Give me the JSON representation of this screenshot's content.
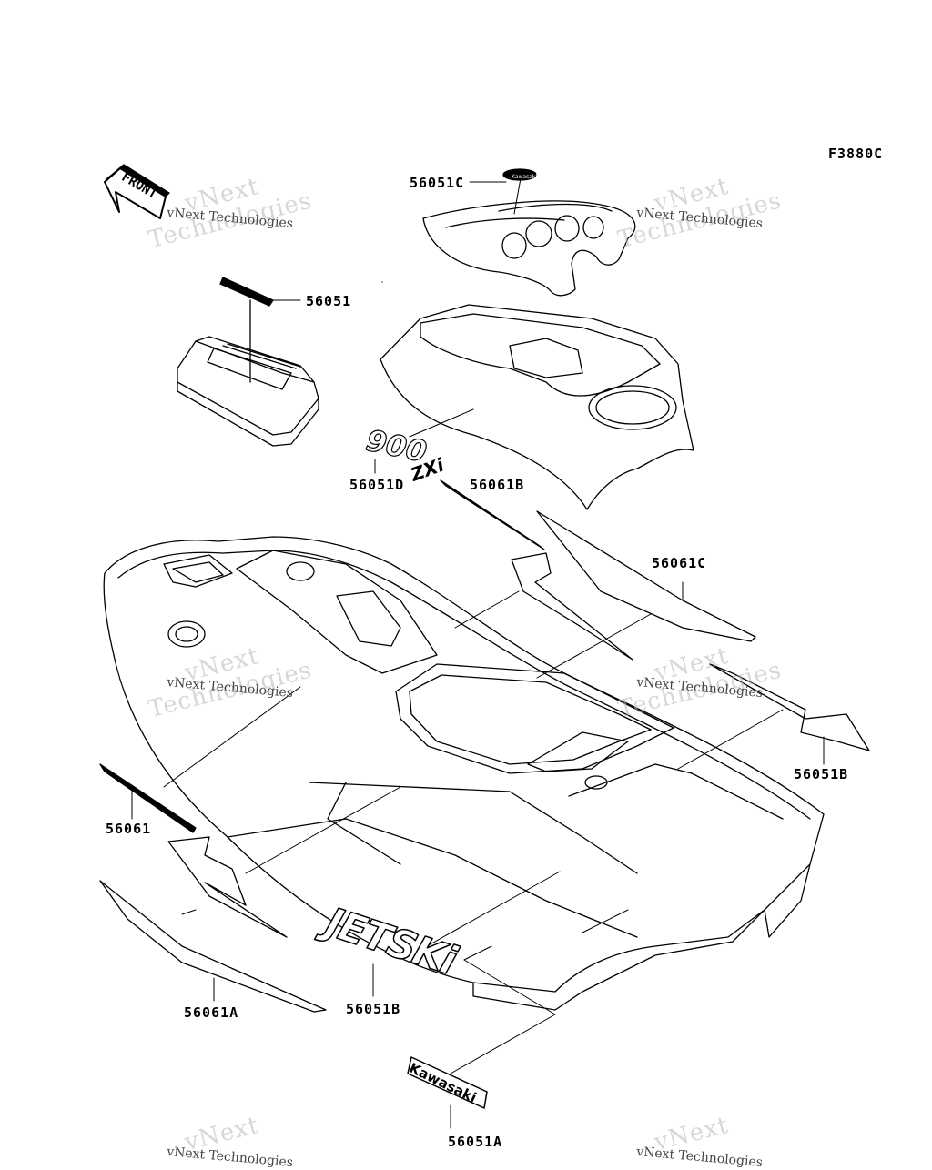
{
  "figure_code": "F3880C",
  "front_label": "FRONT",
  "watermark": {
    "line1": "vNext",
    "line2": "Technologies",
    "small": "vNext Technologies"
  },
  "callouts": [
    {
      "id": "56051C",
      "label": "56051C"
    },
    {
      "id": "56051",
      "label": "56051"
    },
    {
      "id": "56051D",
      "label": "56051D"
    },
    {
      "id": "56061B",
      "label": "56061B"
    },
    {
      "id": "56061C",
      "label": "56061C"
    },
    {
      "id": "56051B_right",
      "label": "56051B"
    },
    {
      "id": "56061",
      "label": "56061"
    },
    {
      "id": "56061A",
      "label": "56061A"
    },
    {
      "id": "56051B_center",
      "label": "56051B"
    },
    {
      "id": "56051A",
      "label": "56051A"
    }
  ],
  "decal_text": {
    "model_900": "900",
    "model_zxi": "ZXi",
    "jetski": "JETSKi",
    "kawasaki": "Kawasaki"
  },
  "colors": {
    "line": "#000000",
    "watermark": "#b8b8b8",
    "background": "#ffffff"
  }
}
